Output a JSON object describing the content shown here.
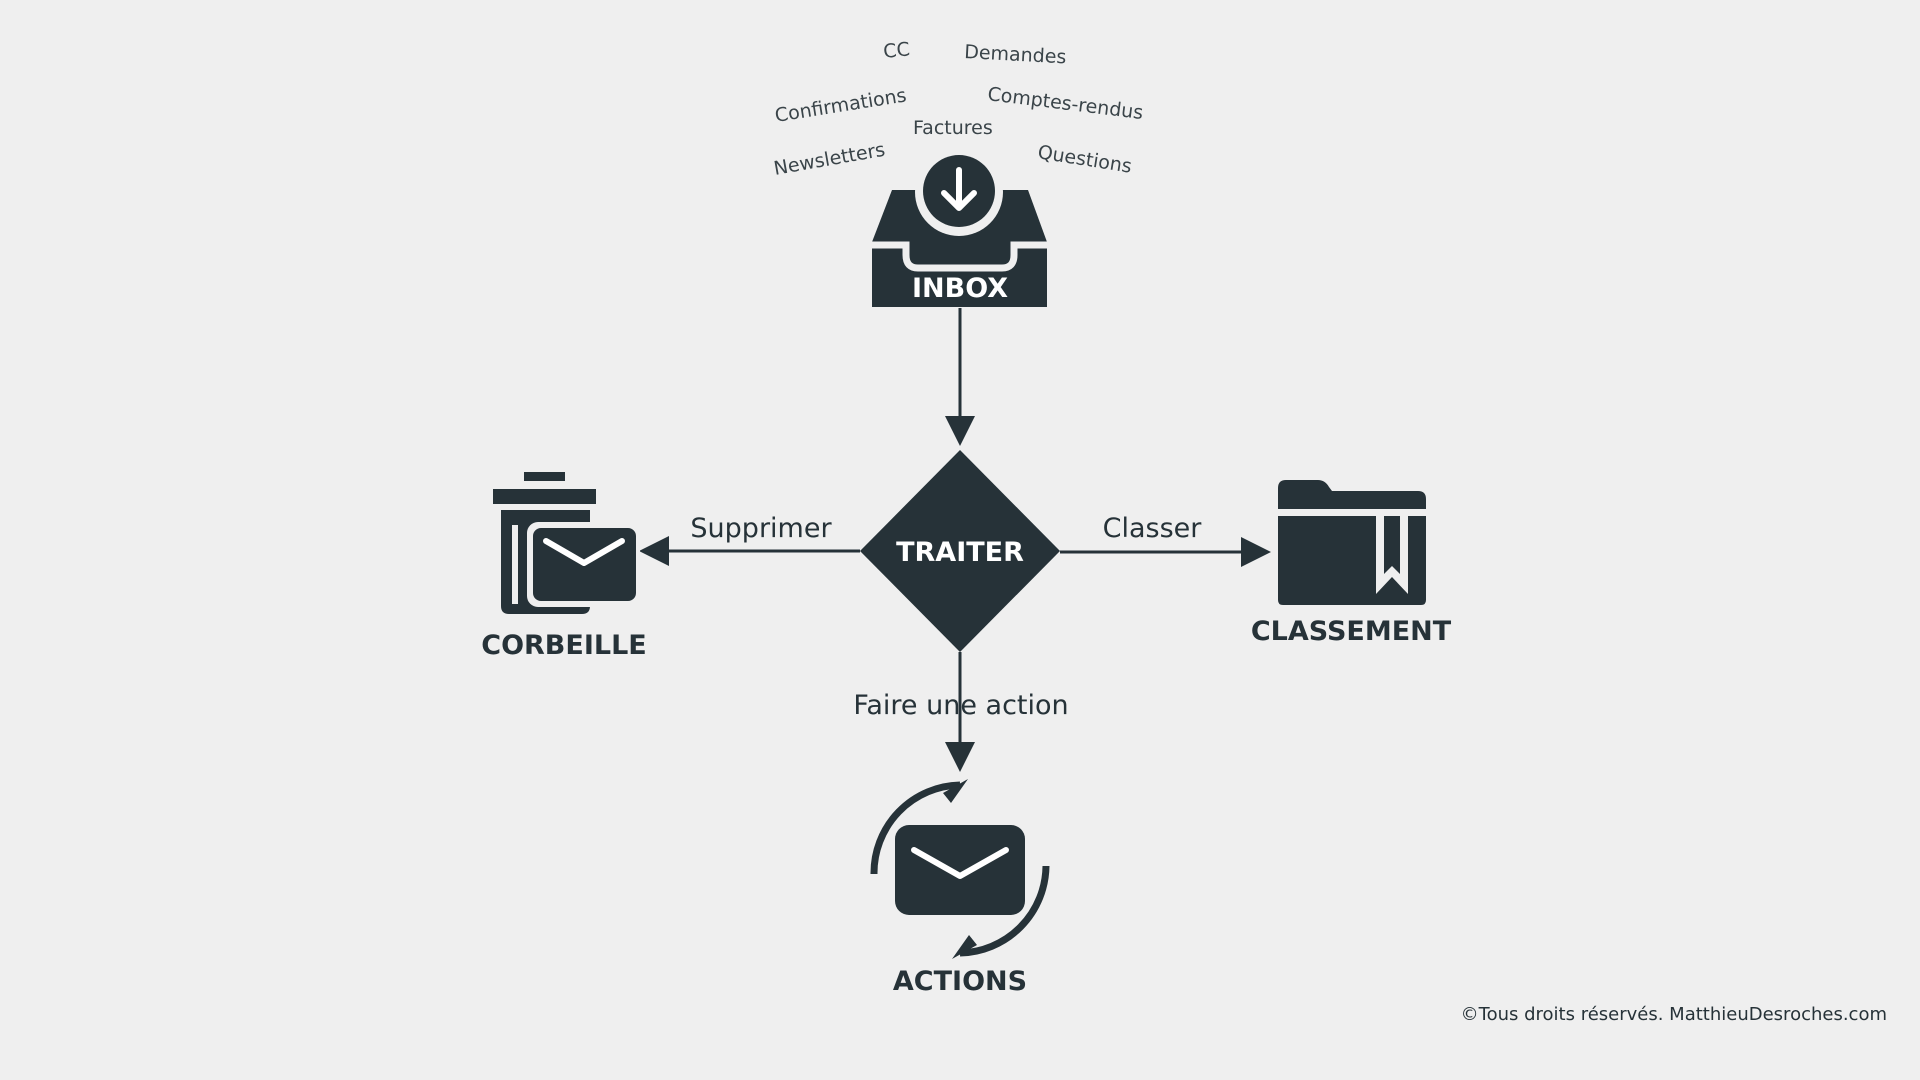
{
  "colors": {
    "background": "#efefef",
    "ink": "#263238",
    "white": "#ffffff"
  },
  "email_types": {
    "cc": "CC",
    "demandes": "Demandes",
    "confirmations": "Confirmations",
    "comptes_rendus": "Comptes-rendus",
    "factures": "Factures",
    "newsletters": "Newsletters",
    "questions": "Questions"
  },
  "nodes": {
    "inbox": {
      "label": "INBOX",
      "icon": "inbox-tray-icon"
    },
    "traiter": {
      "label": "TRAITER",
      "icon": "decision-diamond"
    },
    "corbeille": {
      "label": "CORBEILLE",
      "icon": "trash-mail-icon"
    },
    "classement": {
      "label": "CLASSEMENT",
      "icon": "folder-bookmark-icon"
    },
    "actions": {
      "label": "ACTIONS",
      "icon": "mail-cycle-icon"
    }
  },
  "edges": {
    "supprimer": "Supprimer",
    "classer": "Classer",
    "faire_action": "Faire une action"
  },
  "footer": {
    "copyright": "©Tous droits réservés. MatthieuDesroches.com"
  }
}
